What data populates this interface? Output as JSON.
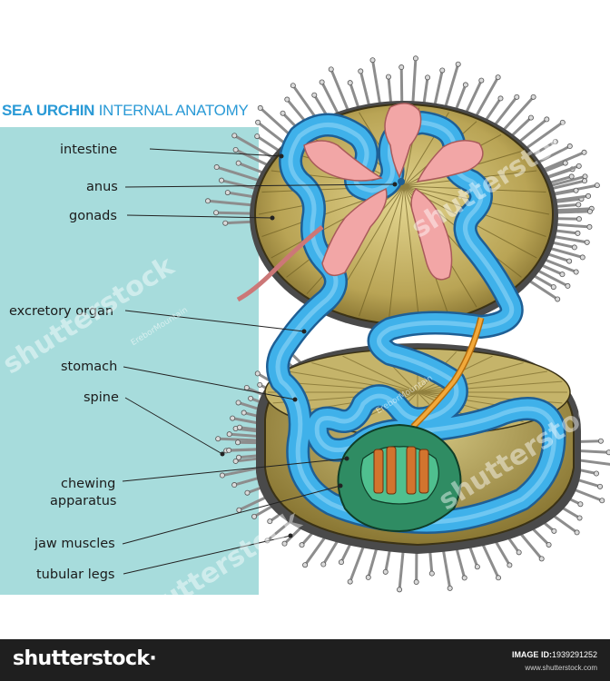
{
  "title": {
    "bold": "SEA URCHIN",
    "rest": " INTERNAL ANATOMY"
  },
  "labels": {
    "intestine": "intestine",
    "anus": "anus",
    "gonads": "gonads",
    "excretory_organ": "excretory organ",
    "stomach": "stomach",
    "spine": "spine",
    "chewing_line1": "chewing",
    "chewing_line2": "apparatus",
    "jaw_muscles": "jaw muscles",
    "tubular_legs": "tubular legs"
  },
  "watermark": {
    "text": "shutterstock",
    "author": "EreborMountain"
  },
  "footer": {
    "brand": "shutterstock",
    "brand_mark": "·",
    "image_id_label": "IMAGE ID:",
    "image_id": "1939291252",
    "site": "www.shutterstock.com"
  },
  "colors": {
    "accent_title": "#2a9ad6",
    "panel": "#a7dcdc",
    "intestine": "#3fb1ea",
    "gonad": "#f2a6a6",
    "shell": "#c4b36a",
    "jaw": "#3aa97a",
    "footer": "#1f1f1f"
  }
}
